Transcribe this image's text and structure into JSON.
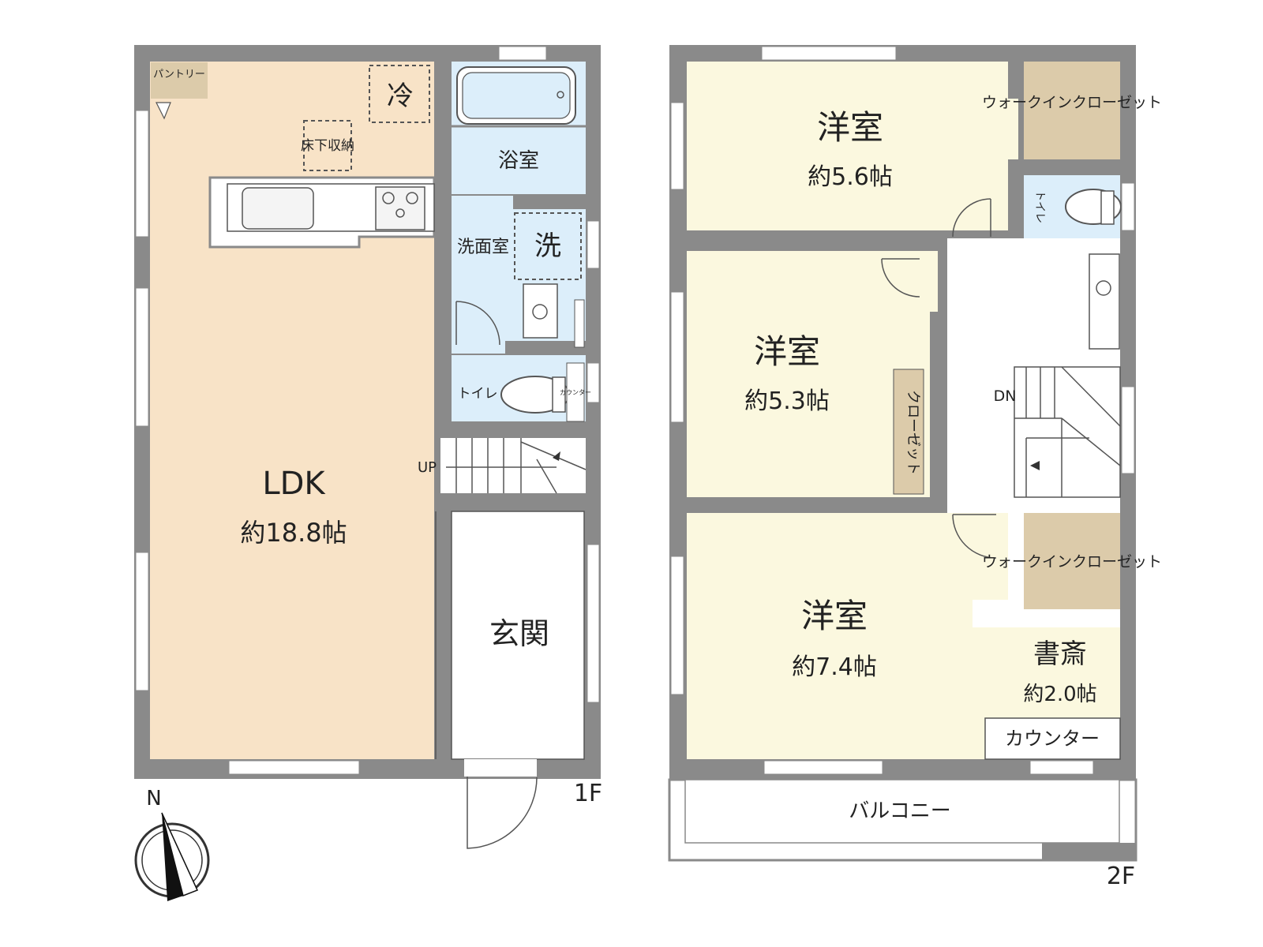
{
  "floors": {
    "first": "1F",
    "second": "2F"
  },
  "compass": {
    "north": "N"
  },
  "colors": {
    "wall": "#8a8a8a",
    "ldk": "#f8e3c7",
    "wet": "#dceefa",
    "room": "#fbf8df",
    "closet": "#dccbaa",
    "white": "#ffffff"
  },
  "first_floor": {
    "pantry": "パントリー",
    "fridge": "冷",
    "underfloor": "床下収納",
    "bath": "浴室",
    "washroom": "洗面室",
    "washer": "洗",
    "toilet": "トイレ",
    "counter_small": "カウンター",
    "up": "UP",
    "ldk": "LDK",
    "ldk_size": "約18.8帖",
    "entrance": "玄関"
  },
  "second_floor": {
    "room1": "洋室",
    "room1_size": "約5.6帖",
    "wic1": "ウォークインクローゼット",
    "toilet": "トイレ",
    "room2": "洋室",
    "room2_size": "約5.3帖",
    "closet": "クローゼット",
    "dn": "DN",
    "room3": "洋室",
    "room3_size": "約7.4帖",
    "wic2": "ウォークインクローゼット",
    "study": "書斎",
    "study_size": "約2.0帖",
    "counter": "カウンター",
    "balcony": "バルコニー"
  }
}
